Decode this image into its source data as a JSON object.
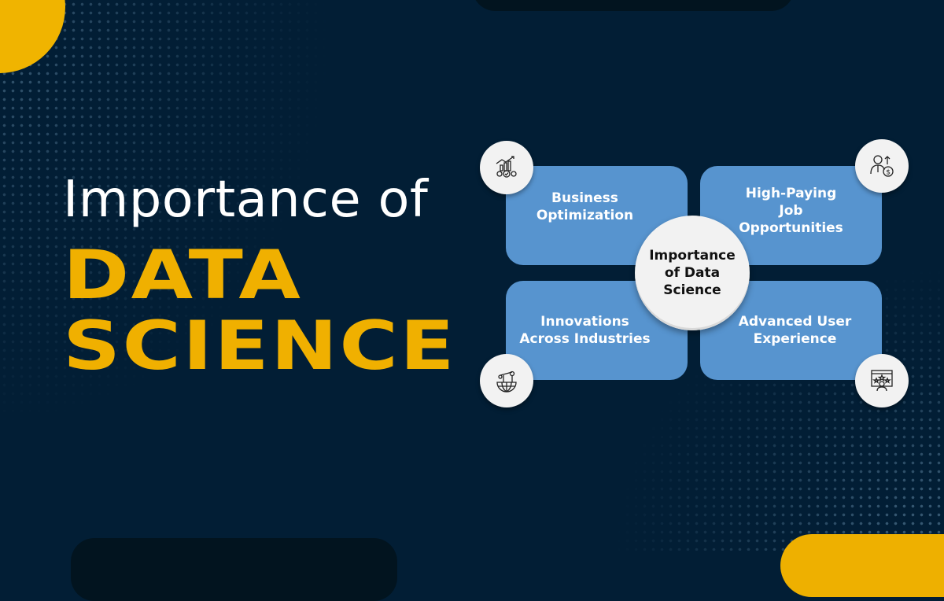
{
  "title": {
    "line1": "Importance of",
    "line2": "DATA",
    "line3": "SCIENCE"
  },
  "center": {
    "label": "Importance of Data Science",
    "lines": [
      "Importance",
      "of Data",
      "Science"
    ]
  },
  "cards": [
    {
      "id": "business-optimization",
      "lines": [
        "Business",
        "Optimization"
      ],
      "icon": "chart-gears-check-icon"
    },
    {
      "id": "high-paying-jobs",
      "lines": [
        "High-Paying",
        "Job",
        "Opportunities"
      ],
      "icon": "person-dollar-up-icon"
    },
    {
      "id": "innovations",
      "lines": [
        "Innovations",
        "Across Industries"
      ],
      "icon": "globe-industry-icon"
    },
    {
      "id": "user-experience",
      "lines": [
        "Advanced User",
        "Experience"
      ],
      "icon": "screen-stars-user-icon"
    }
  ],
  "colors": {
    "background": "#021e35",
    "accent_yellow": "#f0b000",
    "card_blue": "#5794cf",
    "bubble": "#f2f2f2"
  }
}
